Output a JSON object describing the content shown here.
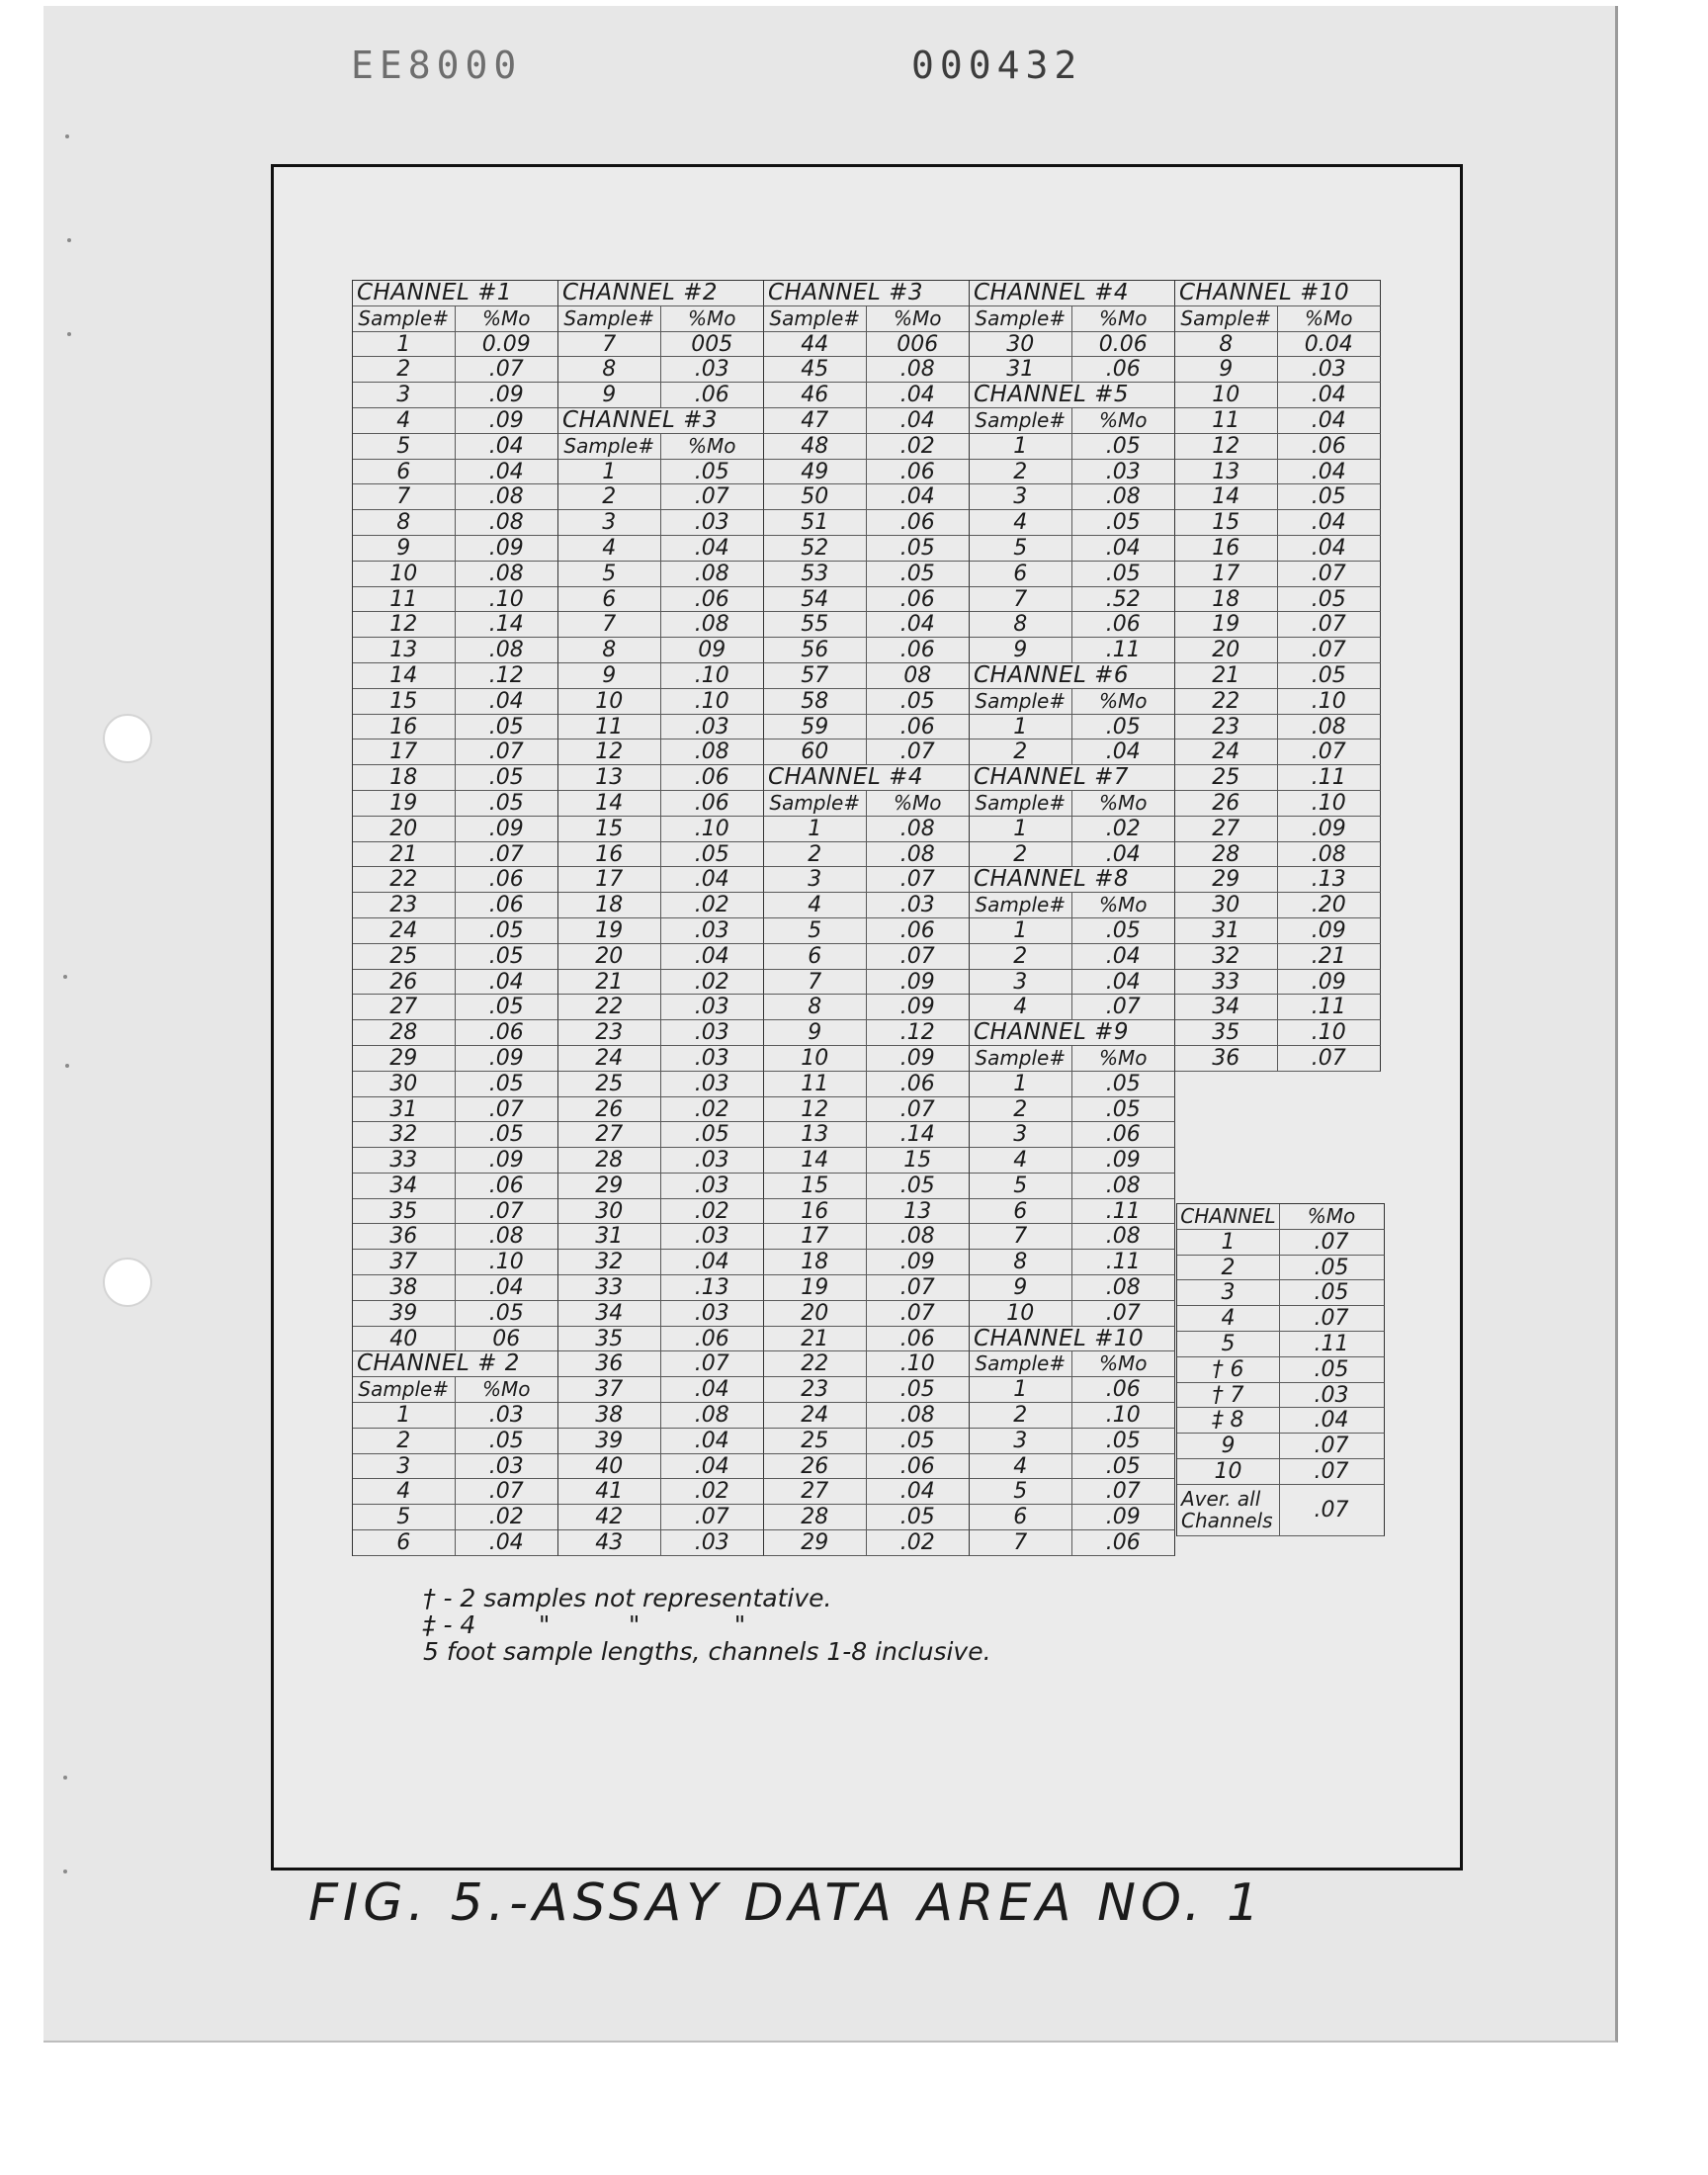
{
  "page": {
    "stamp_left": "EE8000",
    "stamp_right": "000432"
  },
  "labels": {
    "sample": "Sample#",
    "pct": "%Mo",
    "channel": "CHANNEL"
  },
  "columns": [
    [
      {
        "type": "ch",
        "text": "CHANNEL #1"
      },
      {
        "type": "hd"
      },
      {
        "type": "row",
        "a": "1",
        "b": "0.09"
      },
      {
        "type": "row",
        "a": "2",
        "b": ".07"
      },
      {
        "type": "row",
        "a": "3",
        "b": ".09"
      },
      {
        "type": "row",
        "a": "4",
        "b": ".09"
      },
      {
        "type": "row",
        "a": "5",
        "b": ".04"
      },
      {
        "type": "row",
        "a": "6",
        "b": ".04"
      },
      {
        "type": "row",
        "a": "7",
        "b": ".08"
      },
      {
        "type": "row",
        "a": "8",
        "b": ".08"
      },
      {
        "type": "row",
        "a": "9",
        "b": ".09"
      },
      {
        "type": "row",
        "a": "10",
        "b": ".08"
      },
      {
        "type": "row",
        "a": "11",
        "b": ".10"
      },
      {
        "type": "row",
        "a": "12",
        "b": ".14"
      },
      {
        "type": "row",
        "a": "13",
        "b": ".08"
      },
      {
        "type": "row",
        "a": "14",
        "b": ".12"
      },
      {
        "type": "row",
        "a": "15",
        "b": ".04"
      },
      {
        "type": "row",
        "a": "16",
        "b": ".05"
      },
      {
        "type": "row",
        "a": "17",
        "b": ".07"
      },
      {
        "type": "row",
        "a": "18",
        "b": ".05"
      },
      {
        "type": "row",
        "a": "19",
        "b": ".05"
      },
      {
        "type": "row",
        "a": "20",
        "b": ".09"
      },
      {
        "type": "row",
        "a": "21",
        "b": ".07"
      },
      {
        "type": "row",
        "a": "22",
        "b": ".06"
      },
      {
        "type": "row",
        "a": "23",
        "b": ".06"
      },
      {
        "type": "row",
        "a": "24",
        "b": ".05"
      },
      {
        "type": "row",
        "a": "25",
        "b": ".05"
      },
      {
        "type": "row",
        "a": "26",
        "b": ".04"
      },
      {
        "type": "row",
        "a": "27",
        "b": ".05"
      },
      {
        "type": "row",
        "a": "28",
        "b": ".06"
      },
      {
        "type": "row",
        "a": "29",
        "b": ".09"
      },
      {
        "type": "row",
        "a": "30",
        "b": ".05"
      },
      {
        "type": "row",
        "a": "31",
        "b": ".07"
      },
      {
        "type": "row",
        "a": "32",
        "b": ".05"
      },
      {
        "type": "row",
        "a": "33",
        "b": ".09"
      },
      {
        "type": "row",
        "a": "34",
        "b": ".06"
      },
      {
        "type": "row",
        "a": "35",
        "b": ".07"
      },
      {
        "type": "row",
        "a": "36",
        "b": ".08"
      },
      {
        "type": "row",
        "a": "37",
        "b": ".10"
      },
      {
        "type": "row",
        "a": "38",
        "b": ".04"
      },
      {
        "type": "row",
        "a": "39",
        "b": ".05"
      },
      {
        "type": "row",
        "a": "40",
        "b": "06"
      },
      {
        "type": "ch",
        "text": "CHANNEL # 2"
      },
      {
        "type": "hd"
      },
      {
        "type": "row",
        "a": "1",
        "b": ".03"
      },
      {
        "type": "row",
        "a": "2",
        "b": ".05"
      },
      {
        "type": "row",
        "a": "3",
        "b": ".03"
      },
      {
        "type": "row",
        "a": "4",
        "b": ".07"
      },
      {
        "type": "row",
        "a": "5",
        "b": ".02"
      },
      {
        "type": "row",
        "a": "6",
        "b": ".04"
      }
    ],
    [
      {
        "type": "ch",
        "text": "CHANNEL #2"
      },
      {
        "type": "hd"
      },
      {
        "type": "row",
        "a": "7",
        "b": "005"
      },
      {
        "type": "row",
        "a": "8",
        "b": ".03"
      },
      {
        "type": "row",
        "a": "9",
        "b": ".06"
      },
      {
        "type": "ch",
        "text": "CHANNEL #3"
      },
      {
        "type": "hd"
      },
      {
        "type": "row",
        "a": "1",
        "b": ".05"
      },
      {
        "type": "row",
        "a": "2",
        "b": ".07"
      },
      {
        "type": "row",
        "a": "3",
        "b": ".03"
      },
      {
        "type": "row",
        "a": "4",
        "b": ".04"
      },
      {
        "type": "row",
        "a": "5",
        "b": ".08"
      },
      {
        "type": "row",
        "a": "6",
        "b": ".06"
      },
      {
        "type": "row",
        "a": "7",
        "b": ".08"
      },
      {
        "type": "row",
        "a": "8",
        "b": "09"
      },
      {
        "type": "row",
        "a": "9",
        "b": ".10"
      },
      {
        "type": "row",
        "a": "10",
        "b": ".10"
      },
      {
        "type": "row",
        "a": "11",
        "b": ".03"
      },
      {
        "type": "row",
        "a": "12",
        "b": ".08"
      },
      {
        "type": "row",
        "a": "13",
        "b": ".06"
      },
      {
        "type": "row",
        "a": "14",
        "b": ".06"
      },
      {
        "type": "row",
        "a": "15",
        "b": ".10"
      },
      {
        "type": "row",
        "a": "16",
        "b": ".05"
      },
      {
        "type": "row",
        "a": "17",
        "b": ".04"
      },
      {
        "type": "row",
        "a": "18",
        "b": ".02"
      },
      {
        "type": "row",
        "a": "19",
        "b": ".03"
      },
      {
        "type": "row",
        "a": "20",
        "b": ".04"
      },
      {
        "type": "row",
        "a": "21",
        "b": ".02"
      },
      {
        "type": "row",
        "a": "22",
        "b": ".03"
      },
      {
        "type": "row",
        "a": "23",
        "b": ".03"
      },
      {
        "type": "row",
        "a": "24",
        "b": ".03"
      },
      {
        "type": "row",
        "a": "25",
        "b": ".03"
      },
      {
        "type": "row",
        "a": "26",
        "b": ".02"
      },
      {
        "type": "row",
        "a": "27",
        "b": ".05"
      },
      {
        "type": "row",
        "a": "28",
        "b": ".03"
      },
      {
        "type": "row",
        "a": "29",
        "b": ".03"
      },
      {
        "type": "row",
        "a": "30",
        "b": ".02"
      },
      {
        "type": "row",
        "a": "31",
        "b": ".03"
      },
      {
        "type": "row",
        "a": "32",
        "b": ".04"
      },
      {
        "type": "row",
        "a": "33",
        "b": ".13"
      },
      {
        "type": "row",
        "a": "34",
        "b": ".03"
      },
      {
        "type": "row",
        "a": "35",
        "b": ".06"
      },
      {
        "type": "row",
        "a": "36",
        "b": ".07"
      },
      {
        "type": "row",
        "a": "37",
        "b": ".04"
      },
      {
        "type": "row",
        "a": "38",
        "b": ".08"
      },
      {
        "type": "row",
        "a": "39",
        "b": ".04"
      },
      {
        "type": "row",
        "a": "40",
        "b": ".04"
      },
      {
        "type": "row",
        "a": "41",
        "b": ".02"
      },
      {
        "type": "row",
        "a": "42",
        "b": ".07"
      },
      {
        "type": "row",
        "a": "43",
        "b": ".03"
      }
    ],
    [
      {
        "type": "ch",
        "text": "CHANNEL #3"
      },
      {
        "type": "hd"
      },
      {
        "type": "row",
        "a": "44",
        "b": "006"
      },
      {
        "type": "row",
        "a": "45",
        "b": ".08"
      },
      {
        "type": "row",
        "a": "46",
        "b": ".04"
      },
      {
        "type": "row",
        "a": "47",
        "b": ".04"
      },
      {
        "type": "row",
        "a": "48",
        "b": ".02"
      },
      {
        "type": "row",
        "a": "49",
        "b": ".06"
      },
      {
        "type": "row",
        "a": "50",
        "b": ".04"
      },
      {
        "type": "row",
        "a": "51",
        "b": ".06"
      },
      {
        "type": "row",
        "a": "52",
        "b": ".05"
      },
      {
        "type": "row",
        "a": "53",
        "b": ".05"
      },
      {
        "type": "row",
        "a": "54",
        "b": ".06"
      },
      {
        "type": "row",
        "a": "55",
        "b": ".04"
      },
      {
        "type": "row",
        "a": "56",
        "b": ".06"
      },
      {
        "type": "row",
        "a": "57",
        "b": "08"
      },
      {
        "type": "row",
        "a": "58",
        "b": ".05"
      },
      {
        "type": "row",
        "a": "59",
        "b": ".06"
      },
      {
        "type": "row",
        "a": "60",
        "b": ".07"
      },
      {
        "type": "ch",
        "text": "CHANNEL #4"
      },
      {
        "type": "hd"
      },
      {
        "type": "row",
        "a": "1",
        "b": ".08"
      },
      {
        "type": "row",
        "a": "2",
        "b": ".08"
      },
      {
        "type": "row",
        "a": "3",
        "b": ".07"
      },
      {
        "type": "row",
        "a": "4",
        "b": ".03"
      },
      {
        "type": "row",
        "a": "5",
        "b": ".06"
      },
      {
        "type": "row",
        "a": "6",
        "b": ".07"
      },
      {
        "type": "row",
        "a": "7",
        "b": ".09"
      },
      {
        "type": "row",
        "a": "8",
        "b": ".09"
      },
      {
        "type": "row",
        "a": "9",
        "b": ".12"
      },
      {
        "type": "row",
        "a": "10",
        "b": ".09"
      },
      {
        "type": "row",
        "a": "11",
        "b": ".06"
      },
      {
        "type": "row",
        "a": "12",
        "b": ".07"
      },
      {
        "type": "row",
        "a": "13",
        "b": ".14"
      },
      {
        "type": "row",
        "a": "14",
        "b": "15"
      },
      {
        "type": "row",
        "a": "15",
        "b": ".05"
      },
      {
        "type": "row",
        "a": "16",
        "b": "13"
      },
      {
        "type": "row",
        "a": "17",
        "b": ".08"
      },
      {
        "type": "row",
        "a": "18",
        "b": ".09"
      },
      {
        "type": "row",
        "a": "19",
        "b": ".07"
      },
      {
        "type": "row",
        "a": "20",
        "b": ".07"
      },
      {
        "type": "row",
        "a": "21",
        "b": ".06"
      },
      {
        "type": "row",
        "a": "22",
        "b": ".10"
      },
      {
        "type": "row",
        "a": "23",
        "b": ".05"
      },
      {
        "type": "row",
        "a": "24",
        "b": ".08"
      },
      {
        "type": "row",
        "a": "25",
        "b": ".05"
      },
      {
        "type": "row",
        "a": "26",
        "b": ".06"
      },
      {
        "type": "row",
        "a": "27",
        "b": ".04"
      },
      {
        "type": "row",
        "a": "28",
        "b": ".05"
      },
      {
        "type": "row",
        "a": "29",
        "b": ".02"
      }
    ],
    [
      {
        "type": "ch",
        "text": "CHANNEL #4"
      },
      {
        "type": "hd"
      },
      {
        "type": "row",
        "a": "30",
        "b": "0.06"
      },
      {
        "type": "row",
        "a": "31",
        "b": ".06"
      },
      {
        "type": "ch",
        "text": "CHANNEL #5"
      },
      {
        "type": "hd"
      },
      {
        "type": "row",
        "a": "1",
        "b": ".05"
      },
      {
        "type": "row",
        "a": "2",
        "b": ".03"
      },
      {
        "type": "row",
        "a": "3",
        "b": ".08"
      },
      {
        "type": "row",
        "a": "4",
        "b": ".05"
      },
      {
        "type": "row",
        "a": "5",
        "b": ".04"
      },
      {
        "type": "row",
        "a": "6",
        "b": ".05"
      },
      {
        "type": "row",
        "a": "7",
        "b": ".52"
      },
      {
        "type": "row",
        "a": "8",
        "b": ".06"
      },
      {
        "type": "row",
        "a": "9",
        "b": ".11"
      },
      {
        "type": "ch",
        "text": "CHANNEL #6"
      },
      {
        "type": "hd"
      },
      {
        "type": "row",
        "a": "1",
        "b": ".05"
      },
      {
        "type": "row",
        "a": "2",
        "b": ".04"
      },
      {
        "type": "ch",
        "text": "CHANNEL #7"
      },
      {
        "type": "hd"
      },
      {
        "type": "row",
        "a": "1",
        "b": ".02"
      },
      {
        "type": "row",
        "a": "2",
        "b": ".04"
      },
      {
        "type": "ch",
        "text": "CHANNEL #8"
      },
      {
        "type": "hd"
      },
      {
        "type": "row",
        "a": "1",
        "b": ".05"
      },
      {
        "type": "row",
        "a": "2",
        "b": ".04"
      },
      {
        "type": "row",
        "a": "3",
        "b": ".04"
      },
      {
        "type": "row",
        "a": "4",
        "b": ".07"
      },
      {
        "type": "ch",
        "text": "CHANNEL #9"
      },
      {
        "type": "hd"
      },
      {
        "type": "row",
        "a": "1",
        "b": ".05"
      },
      {
        "type": "row",
        "a": "2",
        "b": ".05"
      },
      {
        "type": "row",
        "a": "3",
        "b": ".06"
      },
      {
        "type": "row",
        "a": "4",
        "b": ".09"
      },
      {
        "type": "row",
        "a": "5",
        "b": ".08"
      },
      {
        "type": "row",
        "a": "6",
        "b": ".11"
      },
      {
        "type": "row",
        "a": "7",
        "b": ".08"
      },
      {
        "type": "row",
        "a": "8",
        "b": ".11"
      },
      {
        "type": "row",
        "a": "9",
        "b": ".08"
      },
      {
        "type": "row",
        "a": "10",
        "b": ".07"
      },
      {
        "type": "ch",
        "text": "CHANNEL #10"
      },
      {
        "type": "hd"
      },
      {
        "type": "row",
        "a": "1",
        "b": ".06"
      },
      {
        "type": "row",
        "a": "2",
        "b": ".10"
      },
      {
        "type": "row",
        "a": "3",
        "b": ".05"
      },
      {
        "type": "row",
        "a": "4",
        "b": ".05"
      },
      {
        "type": "row",
        "a": "5",
        "b": ".07"
      },
      {
        "type": "row",
        "a": "6",
        "b": ".09"
      },
      {
        "type": "row",
        "a": "7",
        "b": ".06"
      }
    ],
    [
      {
        "type": "ch",
        "text": "CHANNEL #10"
      },
      {
        "type": "hd"
      },
      {
        "type": "row",
        "a": "8",
        "b": "0.04"
      },
      {
        "type": "row",
        "a": "9",
        "b": ".03"
      },
      {
        "type": "row",
        "a": "10",
        "b": ".04"
      },
      {
        "type": "row",
        "a": "11",
        "b": ".04"
      },
      {
        "type": "row",
        "a": "12",
        "b": ".06"
      },
      {
        "type": "row",
        "a": "13",
        "b": ".04"
      },
      {
        "type": "row",
        "a": "14",
        "b": ".05"
      },
      {
        "type": "row",
        "a": "15",
        "b": ".04"
      },
      {
        "type": "row",
        "a": "16",
        "b": ".04"
      },
      {
        "type": "row",
        "a": "17",
        "b": ".07"
      },
      {
        "type": "row",
        "a": "18",
        "b": ".05"
      },
      {
        "type": "row",
        "a": "19",
        "b": ".07"
      },
      {
        "type": "row",
        "a": "20",
        "b": ".07"
      },
      {
        "type": "row",
        "a": "21",
        "b": ".05"
      },
      {
        "type": "row",
        "a": "22",
        "b": ".10"
      },
      {
        "type": "row",
        "a": "23",
        "b": ".08"
      },
      {
        "type": "row",
        "a": "24",
        "b": ".07"
      },
      {
        "type": "row",
        "a": "25",
        "b": ".11"
      },
      {
        "type": "row",
        "a": "26",
        "b": ".10"
      },
      {
        "type": "row",
        "a": "27",
        "b": ".09"
      },
      {
        "type": "row",
        "a": "28",
        "b": ".08"
      },
      {
        "type": "row",
        "a": "29",
        "b": ".13"
      },
      {
        "type": "row",
        "a": "30",
        "b": ".20"
      },
      {
        "type": "row",
        "a": "31",
        "b": ".09"
      },
      {
        "type": "row",
        "a": "32",
        "b": ".21"
      },
      {
        "type": "row",
        "a": "33",
        "b": ".09"
      },
      {
        "type": "row",
        "a": "34",
        "b": ".11"
      },
      {
        "type": "row",
        "a": "35",
        "b": ".10"
      },
      {
        "type": "row",
        "a": "36",
        "b": ".07"
      }
    ]
  ],
  "summary": {
    "header_channel": "CHANNEL",
    "header_pct": "%Mo",
    "rows": [
      {
        "a": "1",
        "b": ".07"
      },
      {
        "a": "2",
        "b": ".05"
      },
      {
        "a": "3",
        "b": ".05"
      },
      {
        "a": "4",
        "b": ".07"
      },
      {
        "a": "5",
        "b": ".11"
      },
      {
        "a": "† 6",
        "b": ".05"
      },
      {
        "a": "† 7",
        "b": ".03"
      },
      {
        "a": "‡ 8",
        "b": ".04"
      },
      {
        "a": "9",
        "b": ".07"
      },
      {
        "a": "10",
        "b": ".07"
      }
    ],
    "average_line1": "Aver. all",
    "average_line2": "Channels",
    "average_value": ".07"
  },
  "notes": [
    "† - 2 samples not representative.",
    "‡ - 4        \"          \"            \"",
    "5 foot sample lengths, channels 1-8 inclusive."
  ],
  "caption": "FIG. 5.-ASSAY  DATA  AREA  NO. 1"
}
